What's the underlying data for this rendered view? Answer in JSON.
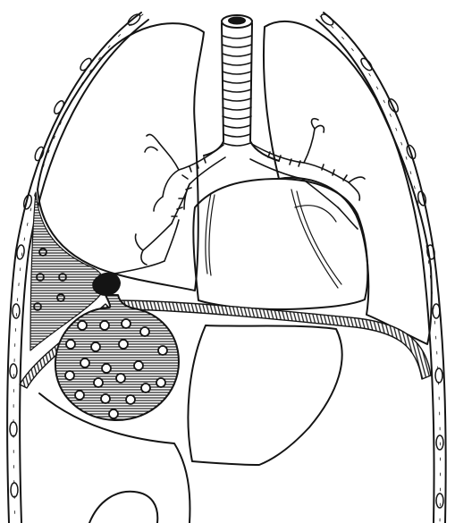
{
  "figure": {
    "subject": "chest-cross-section-with-subphrenic-abscess",
    "text_labels": []
  },
  "structures": [
    {
      "id": "trachea",
      "icon": "trachea-icon"
    },
    {
      "id": "bronchial-tree",
      "icon": "bronchi-icon"
    },
    {
      "id": "right-lung",
      "icon": "lung-icon"
    },
    {
      "id": "left-lung",
      "icon": "lung-icon"
    },
    {
      "id": "heart",
      "icon": "heart-icon"
    },
    {
      "id": "diaphragm",
      "icon": "diaphragm-icon"
    },
    {
      "id": "liver",
      "icon": "liver-icon"
    },
    {
      "id": "abscess-cavity",
      "icon": "abscess-icon"
    },
    {
      "id": "pleural-effusion",
      "icon": "effusion-icon"
    },
    {
      "id": "bronchopleural-fistula",
      "icon": "fistula-icon"
    },
    {
      "id": "chest-wall",
      "icon": "rib-icon"
    }
  ],
  "colors": {
    "ink": "#141414",
    "paper": "#ffffff",
    "hatch": "#2a2a2a"
  }
}
